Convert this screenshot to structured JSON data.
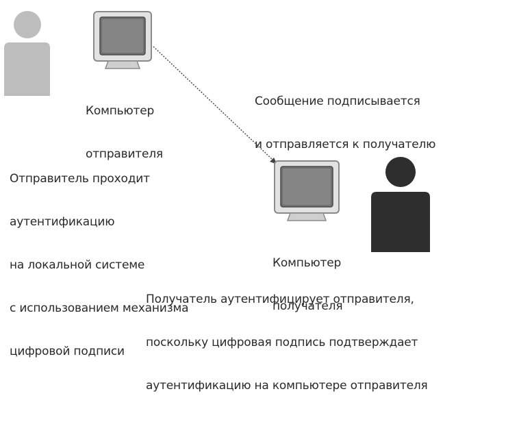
{
  "diagram": {
    "sender": {
      "person_icon": "person-silhouette-light",
      "computer_icon": "crt-monitor",
      "computer_label": [
        "Компьютер",
        "отправителя"
      ],
      "auth_text": [
        "Отправитель проходит",
        "аутентификацию",
        "на локальной системе",
        "с использованием механизма",
        "цифровой подписи"
      ]
    },
    "message": {
      "text": [
        "Сообщение подписывается",
        "и отправляется к получателю"
      ],
      "arrow_icon": "dotted-arrow"
    },
    "receiver": {
      "person_icon": "person-silhouette-dark",
      "computer_icon": "crt-monitor",
      "computer_label": [
        "Компьютер",
        "получателя"
      ],
      "auth_text": [
        "Получатель аутентифицирует отправителя,",
        "поскольку цифровая подпись подтверждает",
        "аутентификацию на компьютере отправителя"
      ]
    },
    "colors": {
      "sender_person": "#bdbdbd",
      "receiver_person": "#2e2e2e",
      "monitor_body": "#d9d9d9",
      "monitor_screen": "#6f6f6f",
      "arrow": "#444444",
      "text": "#2a2a2a"
    }
  }
}
